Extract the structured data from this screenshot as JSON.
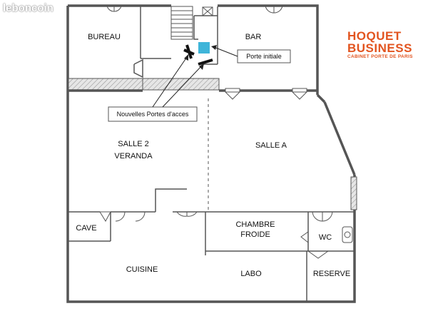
{
  "watermark": "leboncoin",
  "brand": {
    "line1": "HOQUET",
    "line2": "BUSINESS",
    "line3": "CABINET PORTE DE PARIS",
    "color": "#e2541f"
  },
  "rooms": {
    "bureau": "BUREAU",
    "bar": "BAR",
    "salle2_line1": "SALLE 2",
    "salle2_line2": "VERANDA",
    "salle_a": "SALLE A",
    "cave": "CAVE",
    "chambre_line1": "CHAMBRE",
    "chambre_line2": "FROIDE",
    "wc": "WC",
    "cuisine": "CUISINE",
    "labo": "LABO",
    "reserve": "RESERVE"
  },
  "callouts": {
    "porte_initiale": "Porte initiale",
    "nouvelles_portes": "Nouvelles Portes d'acces"
  },
  "colors": {
    "wall": "#555555",
    "highlight_square": "#3fb5d9",
    "hatch": "#cfcfcf"
  }
}
